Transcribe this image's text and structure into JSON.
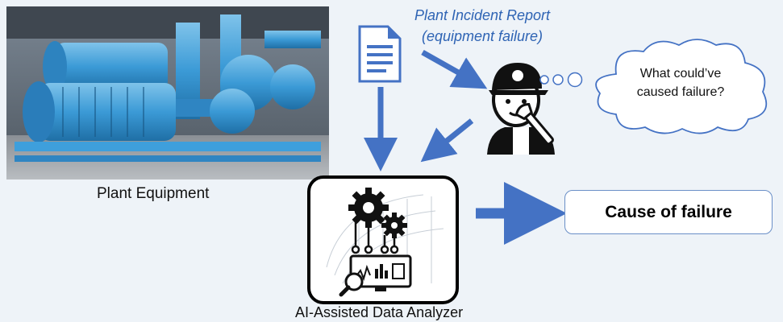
{
  "equipment": {
    "caption": "Plant Equipment"
  },
  "report": {
    "title_line1": "Plant Incident Report",
    "title_line2": "(equipment failure)"
  },
  "technician": {
    "thought_line1": "What could’ve",
    "thought_line2": "caused failure?"
  },
  "analyzer": {
    "caption": "AI-Assisted Data Analyzer"
  },
  "result": {
    "label": "Cause of failure"
  },
  "colors": {
    "arrow": "#4472c4",
    "report_text": "#2f64b4",
    "background": "#eef3f8"
  }
}
